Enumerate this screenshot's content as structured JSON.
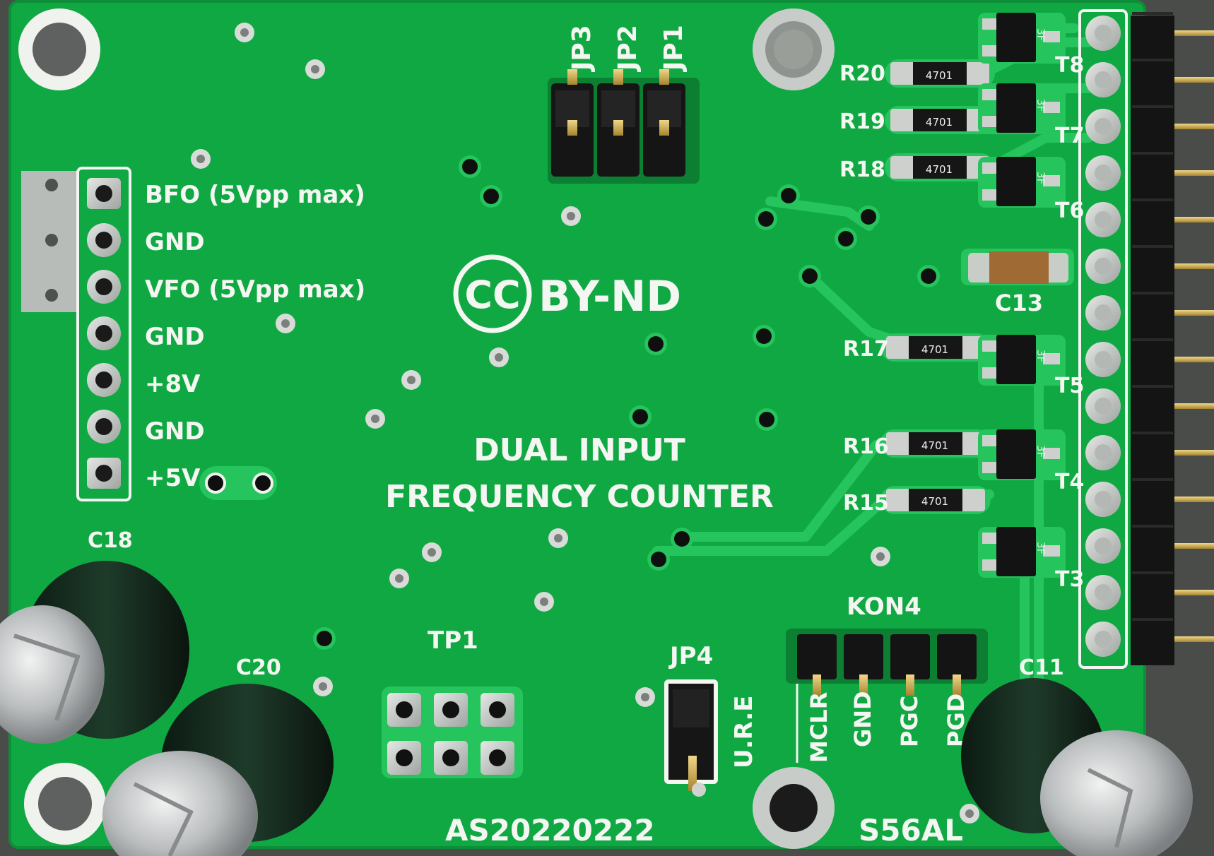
{
  "board": {
    "title_line1": "DUAL INPUT",
    "title_line2": "FREQUENCY COUNTER",
    "license": "BY-ND",
    "license_logo": "CC",
    "board_id": "AS20220222",
    "callsign": "S56AL",
    "colors": {
      "pcb": "#12b04a",
      "silkscreen": "#f4f6f2",
      "copper_trace": "#1fc056",
      "pad": "#c9cdc8"
    }
  },
  "header_pins": [
    {
      "label": "BFO (5Vpp max)"
    },
    {
      "label": "GND"
    },
    {
      "label": "VFO (5Vpp max)"
    },
    {
      "label": "GND"
    },
    {
      "label": "+8V"
    },
    {
      "label": "GND"
    },
    {
      "label": "+5V"
    }
  ],
  "jumpers": [
    {
      "ref": "JP3"
    },
    {
      "ref": "JP2"
    },
    {
      "ref": "JP1"
    }
  ],
  "jp4": {
    "ref": "JP4",
    "label": "U.R.E"
  },
  "test_point": {
    "ref": "TP1"
  },
  "connector": {
    "ref": "KON4",
    "pins": [
      {
        "label": "MCLR"
      },
      {
        "label": "GND"
      },
      {
        "label": "PGC"
      },
      {
        "label": "PGD"
      }
    ]
  },
  "resistors": [
    {
      "ref": "R20",
      "marking": "4701"
    },
    {
      "ref": "R19",
      "marking": "4701"
    },
    {
      "ref": "R18",
      "marking": "4701"
    },
    {
      "ref": "R17",
      "marking": "4701"
    },
    {
      "ref": "R16",
      "marking": "4701"
    },
    {
      "ref": "R15",
      "marking": "4701"
    }
  ],
  "transistors": [
    {
      "ref": "T8",
      "marking": "3F"
    },
    {
      "ref": "T7",
      "marking": "3F"
    },
    {
      "ref": "T6",
      "marking": "3F"
    },
    {
      "ref": "T5",
      "marking": "3F"
    },
    {
      "ref": "T4",
      "marking": "3F"
    },
    {
      "ref": "T3",
      "marking": "3F"
    }
  ],
  "capacitors": [
    {
      "ref": "C13"
    },
    {
      "ref": "C18"
    },
    {
      "ref": "C20"
    },
    {
      "ref": "C11"
    }
  ]
}
